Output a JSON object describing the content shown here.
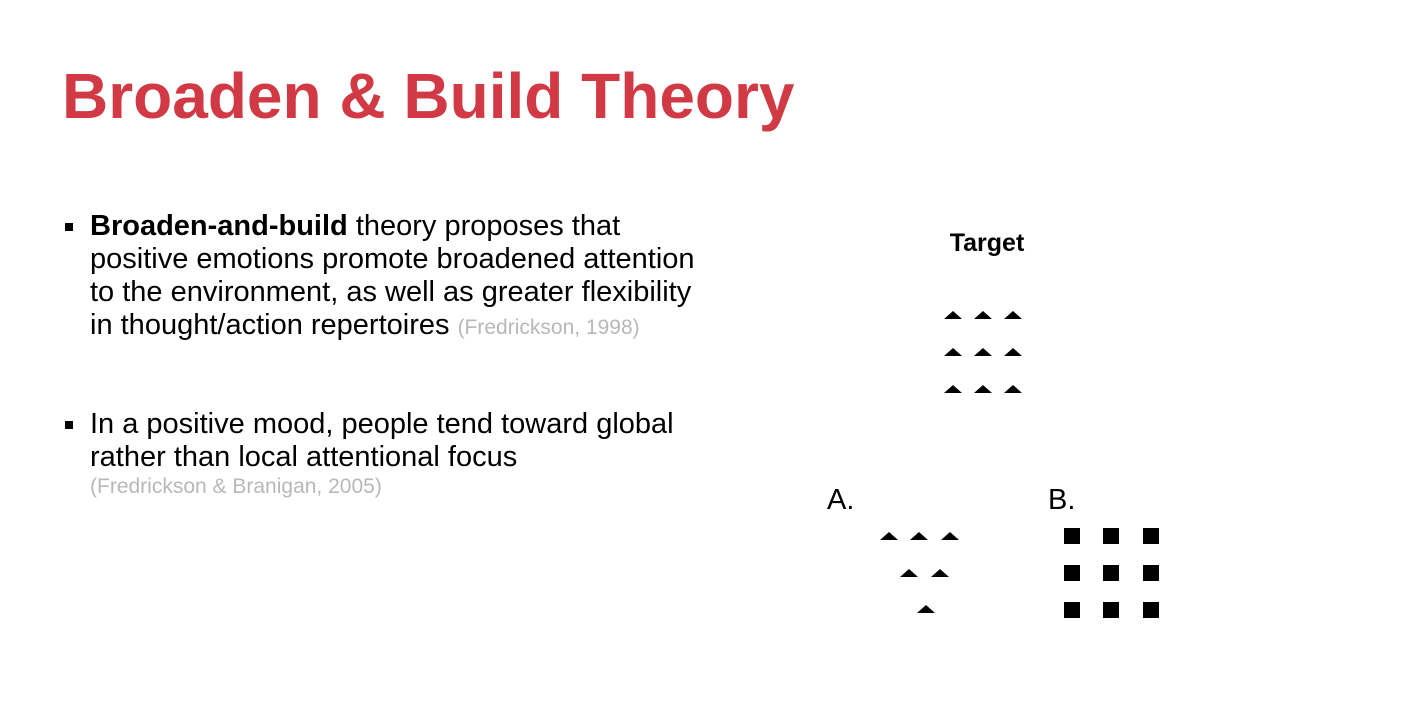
{
  "slide": {
    "title": "Broaden & Build Theory",
    "colors": {
      "title": "#d13a45",
      "text": "#000000",
      "citation": "#b8b8b8",
      "shape": "#000000"
    },
    "bullets": [
      {
        "bold_lead": "Broaden-and-build",
        "text": " theory proposes that positive emotions promote broadened attention to the environment, as well as greater flexibility in thought/action repertoires ",
        "citation": "(Fredrickson, 1998)"
      },
      {
        "text": "In a positive mood, people tend toward global rather than local attentional focus",
        "citation": "(Fredrickson & Branigan, 2005)"
      }
    ]
  },
  "figure": {
    "target_label": "Target",
    "option_a_label": "A.",
    "option_b_label": "B.",
    "target": {
      "global_shape": "square",
      "local_shape": "triangle",
      "element_count": 9
    },
    "option_a": {
      "global_shape": "triangle",
      "local_shape": "triangle",
      "element_count": 6
    },
    "option_b": {
      "global_shape": "square",
      "local_shape": "square",
      "element_count": 9
    }
  }
}
